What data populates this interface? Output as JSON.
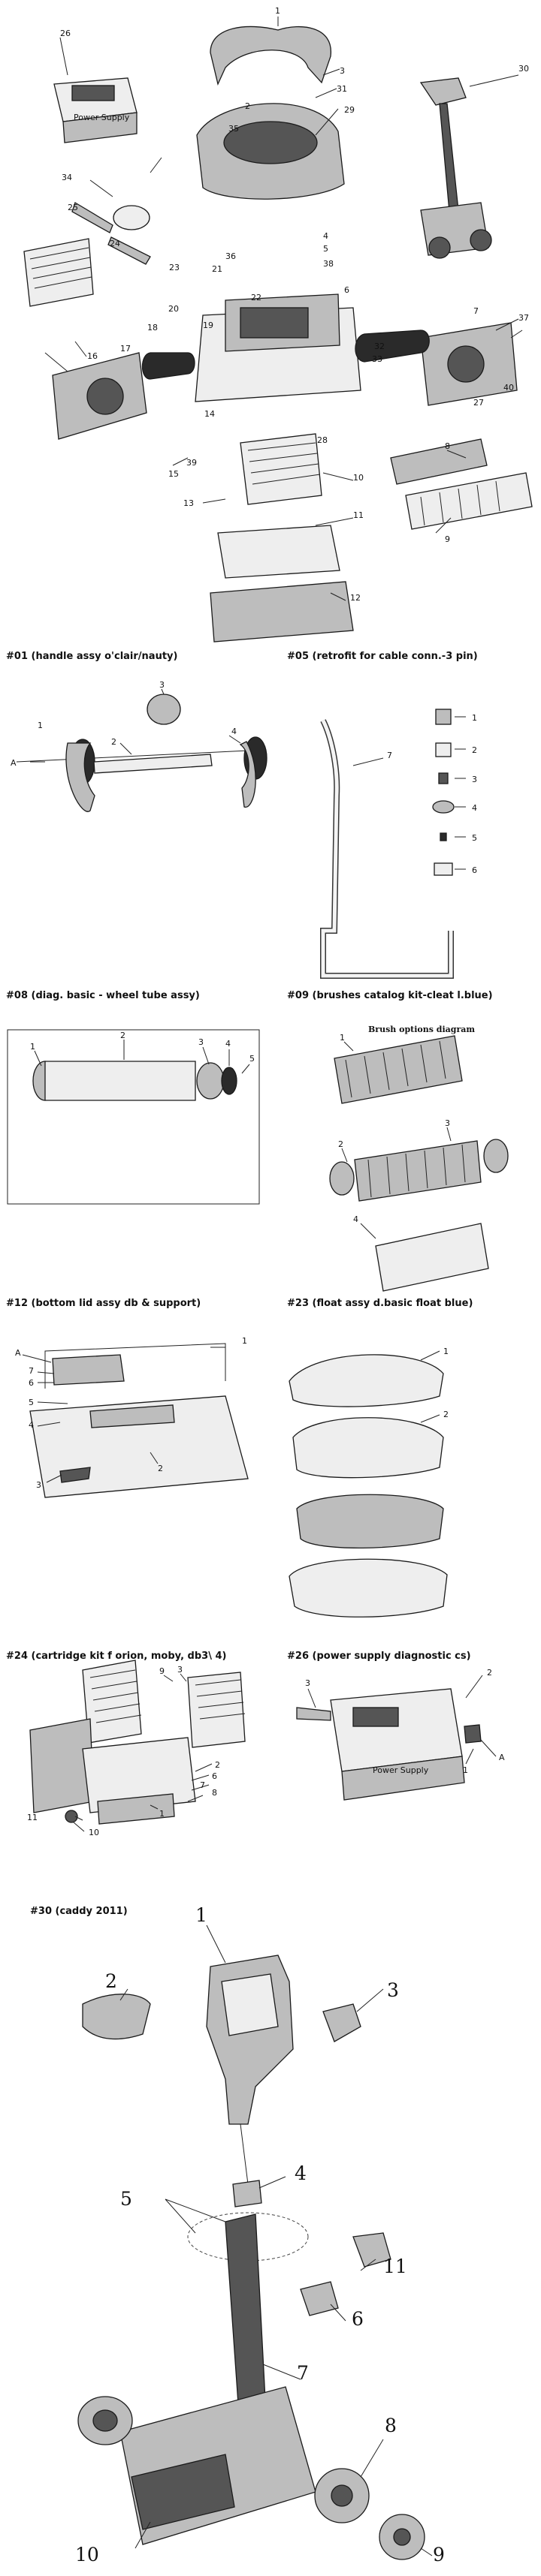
{
  "sections": {
    "s01": "#01 (handle assy o'clair/nauty)",
    "s05": "#05 (retrofit for cable conn.-3 pin)",
    "s08": "#08 (diag. basic - wheel tube assy)",
    "s09": "#09 (brushes catalog kit-cleat l.blue)",
    "s12": "#12 (bottom lid assy db & support)",
    "s23": "#23 (float assy d.basic float blue)",
    "s24": "#24 (cartridge kit f orion, moby, db3\\ 4)",
    "s26": "#26 (power supply diagnostic cs)",
    "s30": "#30   (caddy 2011)"
  },
  "brush_title": "Brush options diagram",
  "power_supply_label": "Power Supply",
  "colors": {
    "ink": "#1a1a1a",
    "part_fill": "#bdbdbd",
    "dark_fill": "#555555",
    "background": "#ffffff"
  },
  "callouts": {
    "top": [
      "1",
      "2",
      "3",
      "4",
      "5",
      "6",
      "7",
      "8",
      "9",
      "10",
      "11",
      "12",
      "13",
      "14",
      "15",
      "16",
      "17",
      "18",
      "19",
      "20",
      "21",
      "22",
      "23",
      "24",
      "25",
      "26",
      "27",
      "28",
      "29",
      "30",
      "31",
      "32",
      "33",
      "34",
      "35",
      "36",
      "37",
      "38",
      "39",
      "40"
    ],
    "s01": [
      "A",
      "1",
      "2",
      "3",
      "4"
    ],
    "s05": [
      "1",
      "2",
      "3",
      "4",
      "5",
      "6",
      "7"
    ],
    "s08": [
      "1",
      "2",
      "3",
      "4",
      "5"
    ],
    "s09": [
      "1",
      "2",
      "3",
      "4"
    ],
    "s12": [
      "A",
      "7",
      "6",
      "5",
      "4",
      "3",
      "2",
      "1"
    ],
    "s23": [
      "1",
      "2"
    ],
    "s24": [
      "9",
      "3",
      "2",
      "6",
      "7",
      "8",
      "11",
      "10",
      "1"
    ],
    "s26": [
      "3",
      "2",
      "A",
      "1"
    ],
    "s30": [
      "1",
      "2",
      "3",
      "4",
      "5",
      "11",
      "6",
      "7",
      "8",
      "9",
      "10"
    ]
  }
}
